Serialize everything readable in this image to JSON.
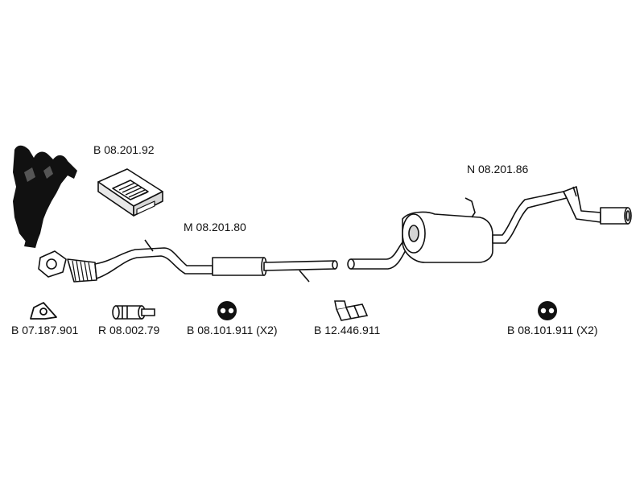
{
  "colors": {
    "ink": "#111111",
    "background": "#ffffff",
    "shade": "#d4d4d4"
  },
  "parts": {
    "heat_shield": {
      "code": "B 08.201.92",
      "icon": "heat-shield-kit-icon"
    },
    "front_pipe": {
      "code": "M 08.201.80",
      "icon": "front-pipe-icon"
    },
    "rear_silencer": {
      "code": "N 08.201.86",
      "icon": "rear-silencer-icon"
    },
    "gasket": {
      "code": "B 07.187.901",
      "icon": "triangular-gasket-icon"
    },
    "repair_pipe": {
      "code": "R 08.002.79",
      "icon": "repair-pipe-icon"
    },
    "rubber_mount_1": {
      "code": "B 08.101.911 (X2)",
      "icon": "rubber-mount-icon"
    },
    "clamp": {
      "code": "B 12.446.911",
      "icon": "clamp-icon"
    },
    "rubber_mount_2": {
      "code": "B 08.101.911 (X2)",
      "icon": "rubber-mount-icon"
    }
  }
}
